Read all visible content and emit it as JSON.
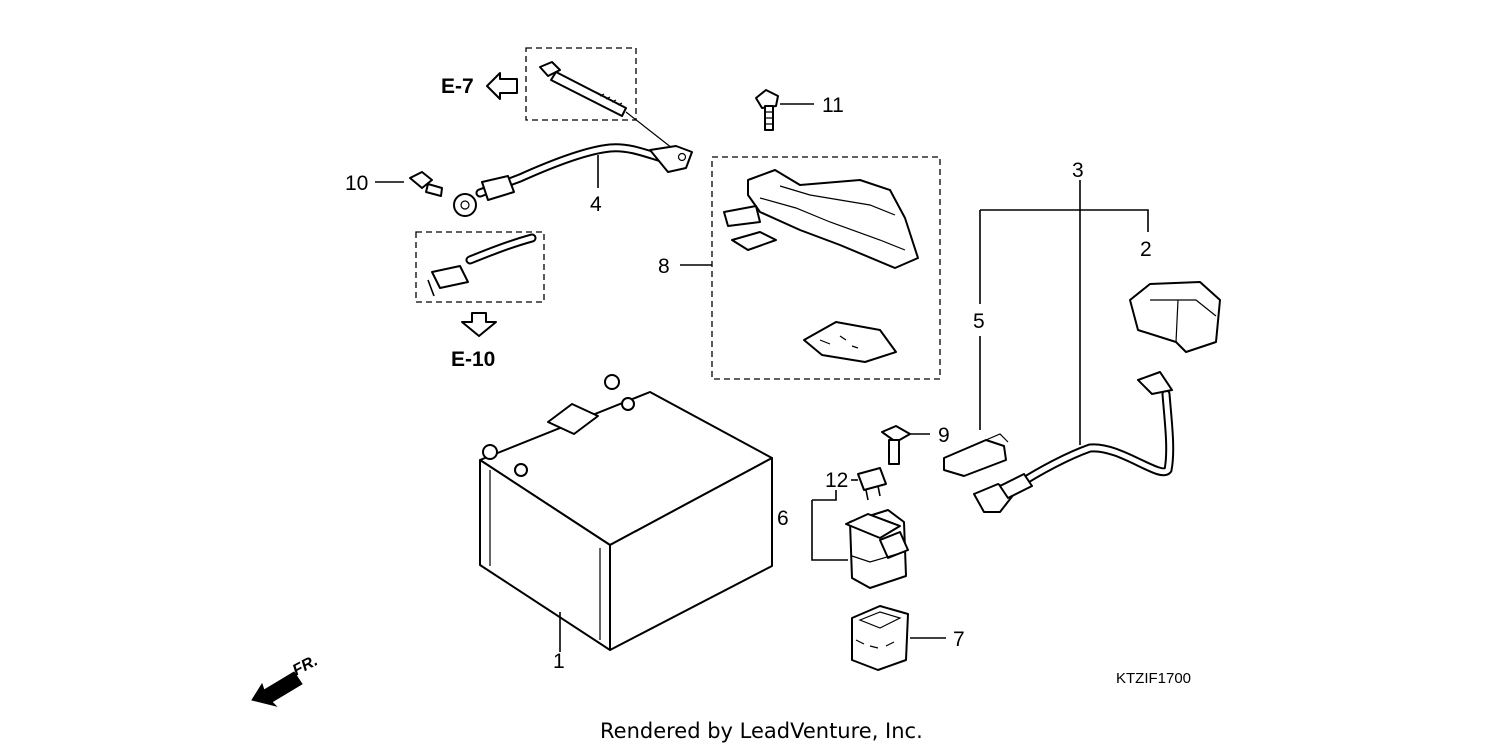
{
  "callouts": {
    "c1": "1",
    "c2": "2",
    "c3": "3",
    "c4": "4",
    "c5": "5",
    "c6": "6",
    "c7": "7",
    "c8": "8",
    "c9": "9",
    "c10": "10",
    "c11": "11",
    "c12": "12"
  },
  "references": {
    "e7": "E-7",
    "e10": "E-10"
  },
  "direction_label": "FR.",
  "diagram_code": "KTZIF1700",
  "credit": "Rendered by LeadVenture, Inc."
}
